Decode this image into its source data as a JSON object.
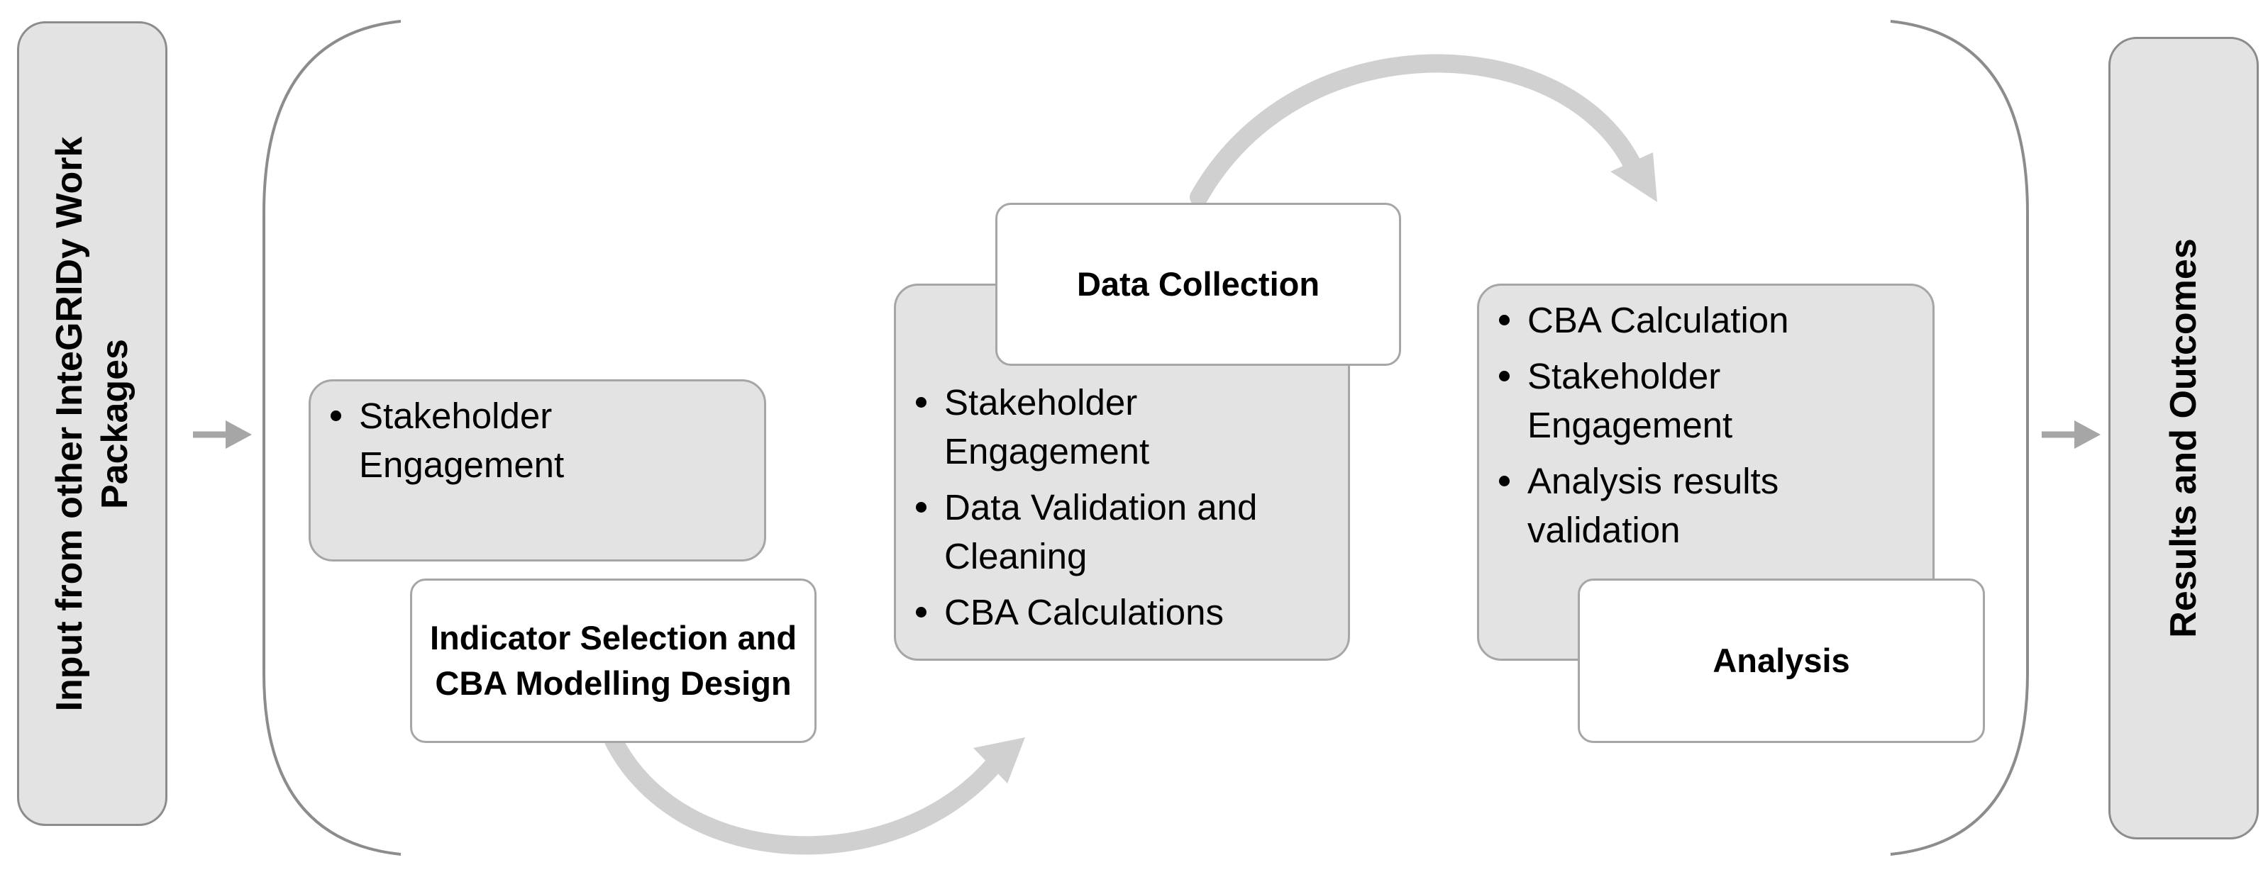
{
  "diagram": {
    "input_box": {
      "text": "Input from other InteGRIDy Work Packages"
    },
    "output_box": {
      "text": "Results and Outcomes"
    },
    "stages": [
      {
        "title": "Indicator Selection and CBA Modelling Design",
        "bullets": [
          "Stakeholder Engagement"
        ]
      },
      {
        "title": "Data Collection",
        "bullets": [
          "Stakeholder Engagement",
          "Data Validation and Cleaning",
          "CBA Calculations"
        ]
      },
      {
        "title": "Analysis",
        "bullets": [
          "CBA Calculation",
          "Stakeholder Engagement",
          "Analysis results validation"
        ]
      }
    ],
    "colors": {
      "box_fill": "#e3e3e3",
      "box_border": "#a6a6a6",
      "title_fill": "#ffffff",
      "arrow": "#d0d0d0",
      "small_arrow": "#a6a6a6",
      "bracket": "#8c8c8c"
    }
  }
}
